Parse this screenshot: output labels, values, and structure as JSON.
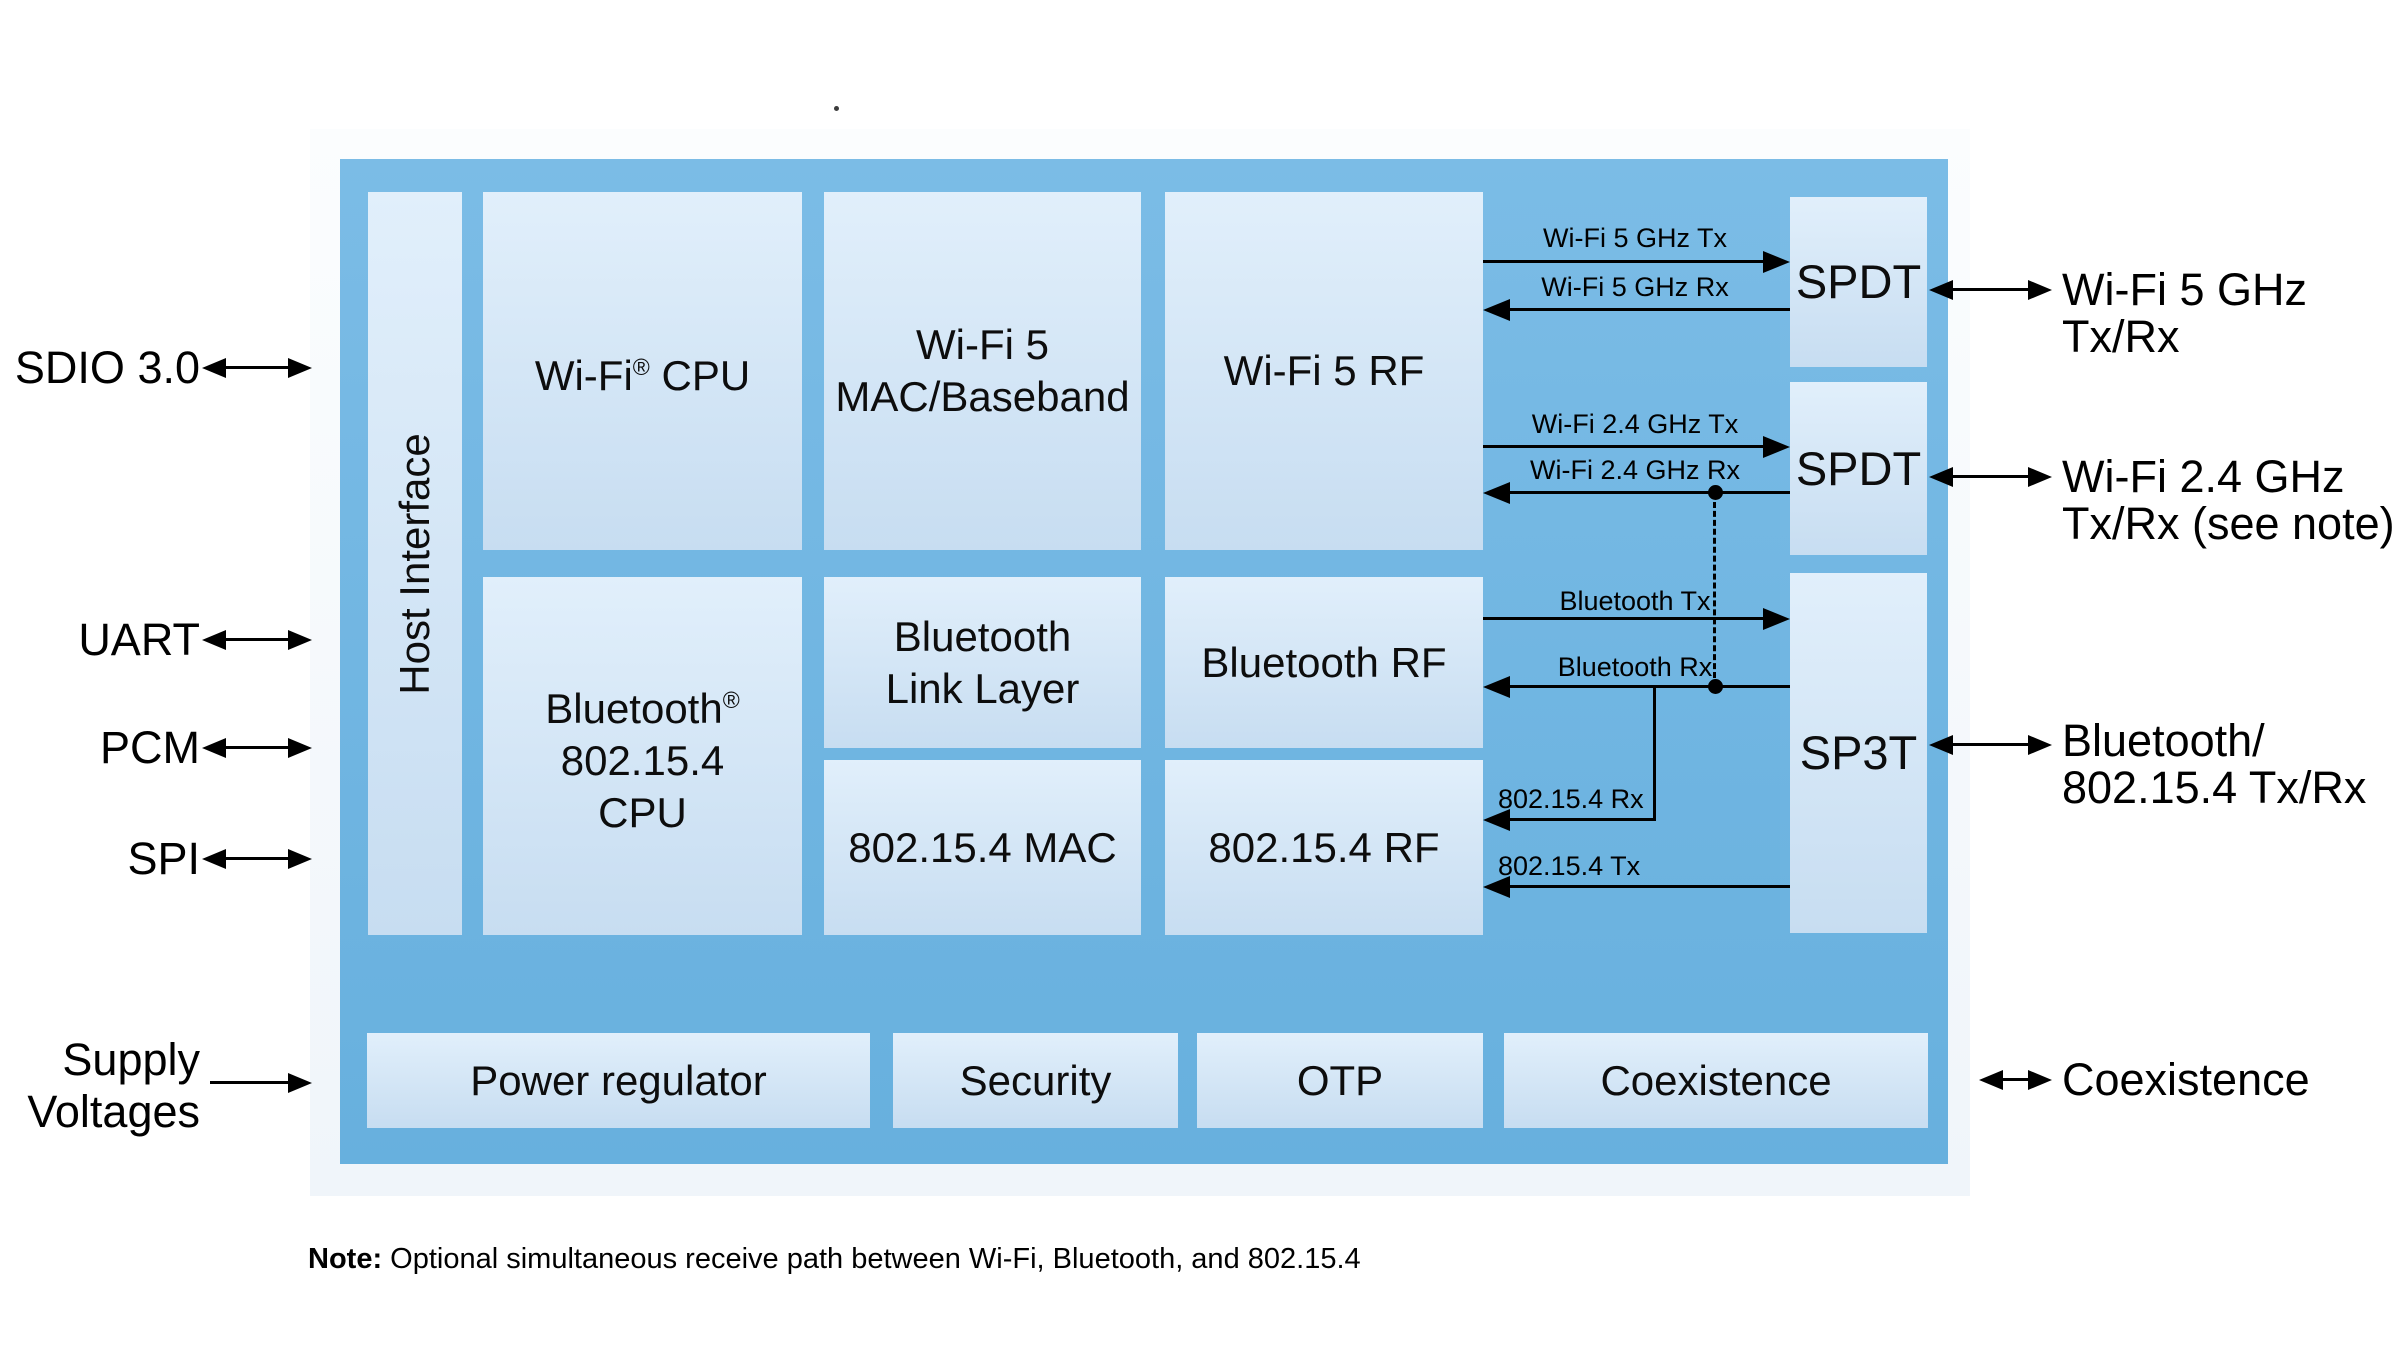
{
  "colors": {
    "chip-blue-top": "#7bbce6",
    "chip-blue-bottom": "#67b0de",
    "block-light-top": "#e1effb",
    "block-light-bottom": "#c7ddf1",
    "canvas-bg": "#f0f5fa",
    "line-color": "#000000",
    "text-color": "#111111"
  },
  "blocks": {
    "host_interface": {
      "label": "Host Interface"
    },
    "wifi_cpu": {
      "pre": "Wi-Fi",
      "sup": "®",
      "post": " CPU"
    },
    "wifi5_mac": {
      "line1": "Wi-Fi 5",
      "line2": "MAC/Baseband"
    },
    "wifi5_rf": {
      "label": "Wi-Fi 5 RF"
    },
    "bt_cpu": {
      "line1_pre": "Bluetooth",
      "line1_sup": "®",
      "line2": "802.15.4",
      "line3": "CPU"
    },
    "bt_link": {
      "line1": "Bluetooth",
      "line2": "Link Layer"
    },
    "mac154": {
      "label": "802.15.4 MAC"
    },
    "bt_rf": {
      "label": "Bluetooth RF"
    },
    "rf154": {
      "label": "802.15.4 RF"
    },
    "spdt1": {
      "label": "SPDT"
    },
    "spdt2": {
      "label": "SPDT"
    },
    "sp3t": {
      "label": "SP3T"
    },
    "power": {
      "label": "Power regulator"
    },
    "security": {
      "label": "Security"
    },
    "otp": {
      "label": "OTP"
    },
    "coexistence": {
      "label": "Coexistence"
    }
  },
  "signals": {
    "wifi5_tx": "Wi-Fi 5 GHz Tx",
    "wifi5_rx": "Wi-Fi 5 GHz Rx",
    "wifi24_tx": "Wi-Fi 2.4 GHz Tx",
    "wifi24_rx": "Wi-Fi 2.4 GHz Rx",
    "bt_tx": "Bluetooth Tx",
    "bt_rx": "Bluetooth Rx",
    "rx154": "802.15.4 Rx",
    "tx154": "802.15.4 Tx"
  },
  "ports": {
    "sdio": "SDIO 3.0",
    "uart": "UART",
    "pcm": "PCM",
    "spi": "SPI",
    "supply_line1": "Supply",
    "supply_line2": "Voltages",
    "wifi5_line1": "Wi-Fi 5 GHz",
    "wifi5_line2": "Tx/Rx",
    "wifi24_line1": "Wi-Fi 2.4 GHz",
    "wifi24_line2": "Tx/Rx (see note)",
    "bt_line1": "Bluetooth/",
    "bt_line2": "802.15.4 Tx/Rx",
    "coexistence": "Coexistence"
  },
  "note": {
    "prefix": "Note:",
    "text": " Optional simultaneous receive path between Wi-Fi, Bluetooth, and 802.15.4"
  }
}
